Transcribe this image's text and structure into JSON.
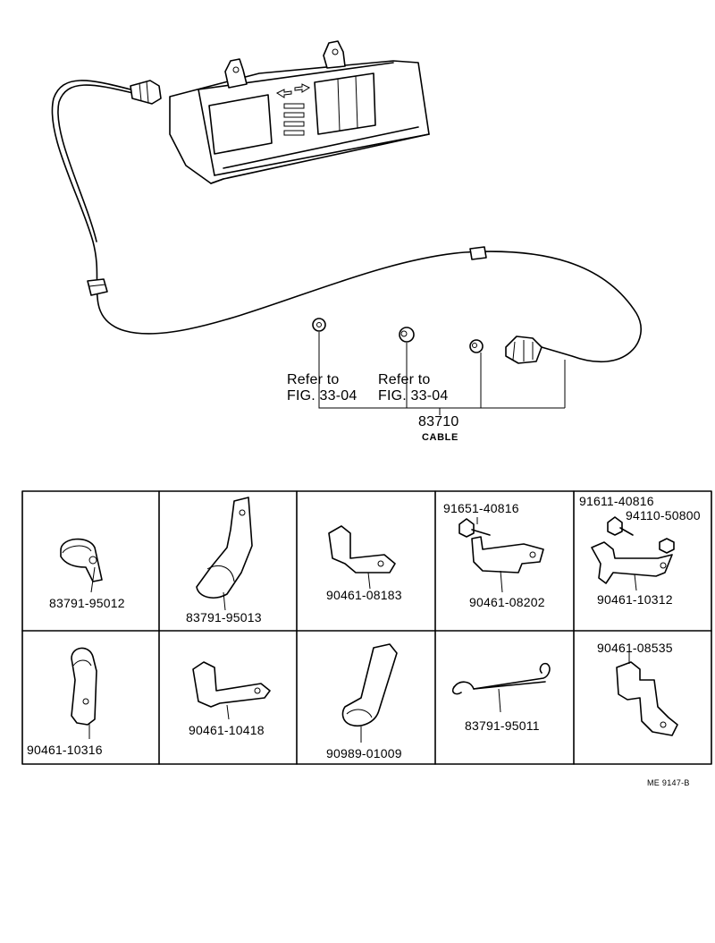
{
  "main_assembly": {
    "ref1_line1": "Refer to",
    "ref1_line2": "FIG. 33-04",
    "ref2_line1": "Refer to",
    "ref2_line2": "FIG. 33-04",
    "cable_part_number": "83710",
    "cable_name": "CABLE"
  },
  "parts_grid": {
    "row1": [
      {
        "part": "83791-95012"
      },
      {
        "part": "83791-95013"
      },
      {
        "part": "90461-08183"
      },
      {
        "part": "90461-08202",
        "sub_part": "91651-40816"
      },
      {
        "part": "90461-10312",
        "sub_part": "91611-40816",
        "sub_part_2": "94110-50800"
      }
    ],
    "row2": [
      {
        "part": "90461-10316"
      },
      {
        "part": "90461-10418"
      },
      {
        "part": "90989-01009"
      },
      {
        "part": "83791-95011"
      },
      {
        "part": "90461-08535"
      }
    ]
  },
  "footer": {
    "drawing_code": "ME 9147-B"
  }
}
